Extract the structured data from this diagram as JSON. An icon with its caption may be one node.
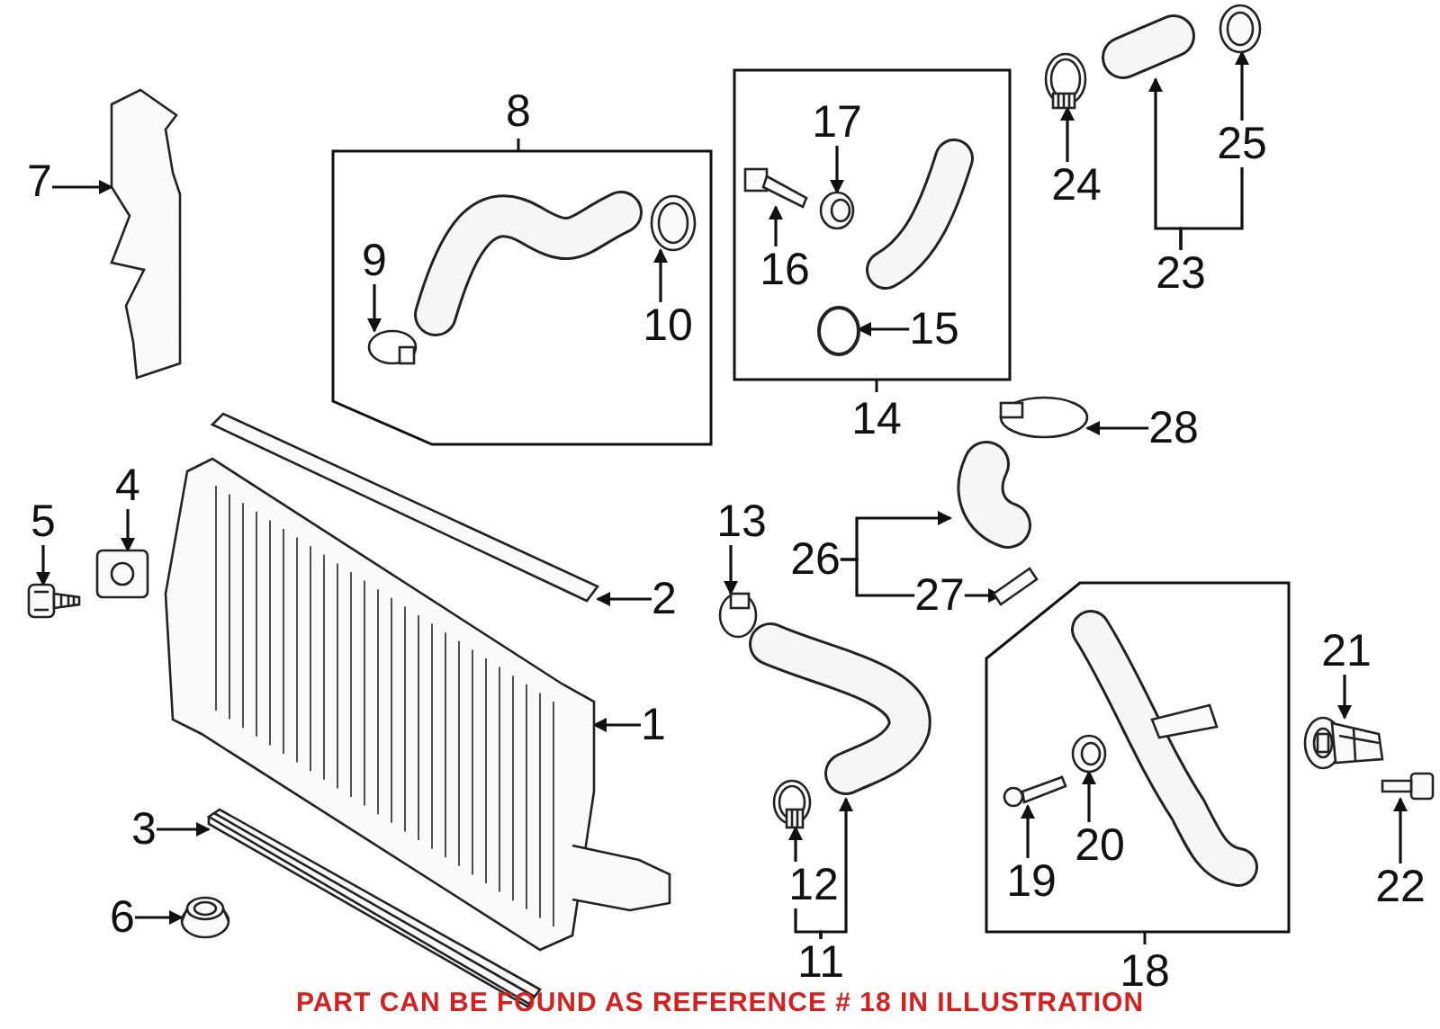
{
  "diagram": {
    "caption": "PART CAN BE FOUND AS REFERENCE # 18 IN ILLUSTRATION",
    "nodes": [
      {
        "text": [
          "7"
        ]
      },
      {
        "text": [],
        "shape": "picture"
      },
      {
        "text": [
          "8"
        ]
      },
      {
        "text": [
          "9"
        ],
        "in": 2
      },
      {
        "text": [],
        "shape": "picture",
        "in": 2
      },
      {
        "text": [],
        "shape": "picture",
        "in": 2
      },
      {
        "text": [],
        "shape": "picture",
        "in": 2
      },
      {
        "text": [
          "10"
        ],
        "in": 2
      },
      {
        "text": [
          "14"
        ]
      },
      {
        "text": [
          "17"
        ],
        "in": 8
      },
      {
        "text": [],
        "shape": "picture",
        "in": 8
      },
      {
        "text": [],
        "shape": "picture",
        "in": 8
      },
      {
        "text": [
          "16"
        ],
        "in": 8
      },
      {
        "text": [],
        "shape": "picture",
        "in": 8
      },
      {
        "text": [],
        "shape": "picture",
        "in": 8
      },
      {
        "text": [
          "15"
        ],
        "in": 8
      },
      {
        "text": [],
        "shape": "picture"
      },
      {
        "text": [],
        "shape": "picture"
      },
      {
        "text": [],
        "shape": "picture"
      },
      {
        "text": [
          "24"
        ]
      },
      {
        "text": [
          "25"
        ]
      },
      {
        "text": [
          "23"
        ]
      },
      {
        "text": [
          "4"
        ]
      },
      {
        "text": [],
        "shape": "picture"
      },
      {
        "text": [
          "5"
        ]
      },
      {
        "text": [],
        "shape": "picture"
      },
      {
        "text": [],
        "shape": "picture"
      },
      {
        "text": [],
        "shape": "picture"
      },
      {
        "text": [
          "2"
        ]
      },
      {
        "text": [],
        "shape": "picture"
      },
      {
        "text": [
          "28"
        ]
      },
      {
        "text": [],
        "shape": "picture"
      },
      {
        "text": [
          "13"
        ]
      },
      {
        "text": [
          "26"
        ]
      },
      {
        "text": [],
        "shape": "picture"
      },
      {
        "text": [
          "27"
        ]
      },
      {
        "text": [],
        "shape": "picture"
      },
      {
        "text": [
          "18"
        ]
      },
      {
        "text": [],
        "shape": "picture",
        "in": 37
      },
      {
        "text": [],
        "shape": "picture",
        "in": 37
      },
      {
        "text": [],
        "shape": "picture",
        "in": 37
      },
      {
        "text": [
          "19"
        ],
        "in": 37
      },
      {
        "text": [
          "20"
        ],
        "in": 37
      },
      {
        "text": [
          "21"
        ]
      },
      {
        "text": [],
        "shape": "picture"
      },
      {
        "text": [],
        "shape": "picture"
      },
      {
        "text": [
          "22"
        ]
      },
      {
        "text": [
          "1"
        ]
      },
      {
        "text": [],
        "shape": "picture"
      },
      {
        "text": [],
        "shape": "picture"
      },
      {
        "text": [
          "3"
        ]
      },
      {
        "text": [],
        "shape": "picture"
      },
      {
        "text": [
          "12"
        ]
      },
      {
        "text": [
          "6"
        ]
      },
      {
        "text": [],
        "shape": "picture"
      },
      {
        "text": [
          "11"
        ]
      }
    ],
    "edges": [
      {
        "from": 0,
        "to": 1,
        "arrow": "to"
      },
      {
        "from": 3,
        "to": 4,
        "arrow": "to"
      },
      {
        "from": 7,
        "to": 6,
        "arrow": "to"
      },
      {
        "from": 9,
        "to": 11,
        "arrow": "to"
      },
      {
        "from": 12,
        "to": 10,
        "arrow": "to"
      },
      {
        "from": 15,
        "to": 14,
        "arrow": "to"
      },
      {
        "from": 19,
        "to": 16,
        "arrow": "to"
      },
      {
        "from": 20,
        "to": 18,
        "arrow": "to"
      },
      {
        "from": 21,
        "to": 17,
        "arrow": "to"
      },
      {
        "from": 21,
        "to": 20,
        "arrow": "none"
      },
      {
        "from": 22,
        "to": 23,
        "arrow": "to"
      },
      {
        "from": 24,
        "to": 25,
        "arrow": "to"
      },
      {
        "from": 28,
        "to": 26,
        "arrow": "to"
      },
      {
        "from": 30,
        "to": 29,
        "arrow": "to"
      },
      {
        "from": 32,
        "to": 36,
        "arrow": "to"
      },
      {
        "from": 33,
        "to": 31,
        "arrow": "to"
      },
      {
        "from": 33,
        "to": 35,
        "arrow": "none"
      },
      {
        "from": 35,
        "to": 34,
        "arrow": "to"
      },
      {
        "from": 41,
        "to": 40,
        "arrow": "to"
      },
      {
        "from": 42,
        "to": 39,
        "arrow": "to"
      },
      {
        "from": 43,
        "to": 44,
        "arrow": "to"
      },
      {
        "from": 46,
        "to": 45,
        "arrow": "to"
      },
      {
        "from": 47,
        "to": 27,
        "arrow": "to"
      },
      {
        "from": 50,
        "to": 51,
        "arrow": "to"
      },
      {
        "from": 52,
        "to": 49,
        "arrow": "to"
      },
      {
        "from": 53,
        "to": 54,
        "arrow": "to"
      },
      {
        "from": 55,
        "to": 48,
        "arrow": "to"
      },
      {
        "from": 55,
        "to": 52,
        "arrow": "none"
      }
    ]
  }
}
